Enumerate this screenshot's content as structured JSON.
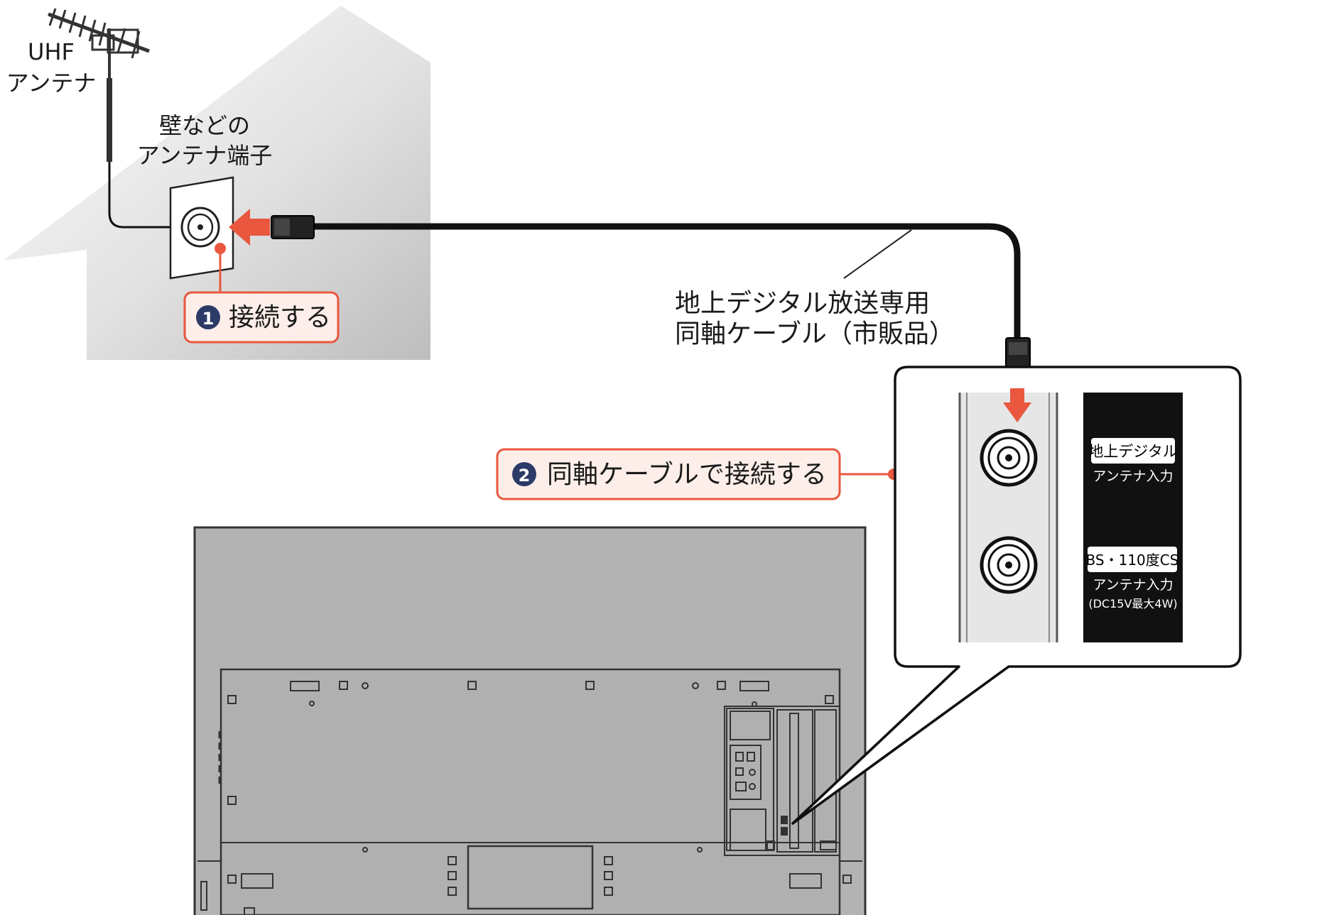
{
  "labels": {
    "uhf_antenna_line1": "UHF",
    "uhf_antenna_line2": "アンテナ",
    "wall_terminal_line1": "壁などの",
    "wall_terminal_line2": "アンテナ端子",
    "cable_line1": "地上デジタル放送専用",
    "cable_line2": "同軸ケーブル（市販品）",
    "terrestrial_input_tag": "地上デジタル",
    "terrestrial_input_caption": "アンテナ入力",
    "bs_input_tag": "BS・110度CS",
    "bs_input_caption": "アンテナ入力",
    "bs_input_note": "(DC15V最大4W)"
  },
  "steps": [
    {
      "number": "1",
      "text": "接続する"
    },
    {
      "number": "2",
      "text": "同軸ケーブルで接続する"
    }
  ],
  "colors": {
    "accent": "#e9573f",
    "callout_fill": "#fdeee9",
    "badge": "#2b3a67",
    "tv_body": "#b3b3b3",
    "tv_outline": "#333333",
    "cable": "#111111",
    "house_shade": "#cfcfcf"
  }
}
